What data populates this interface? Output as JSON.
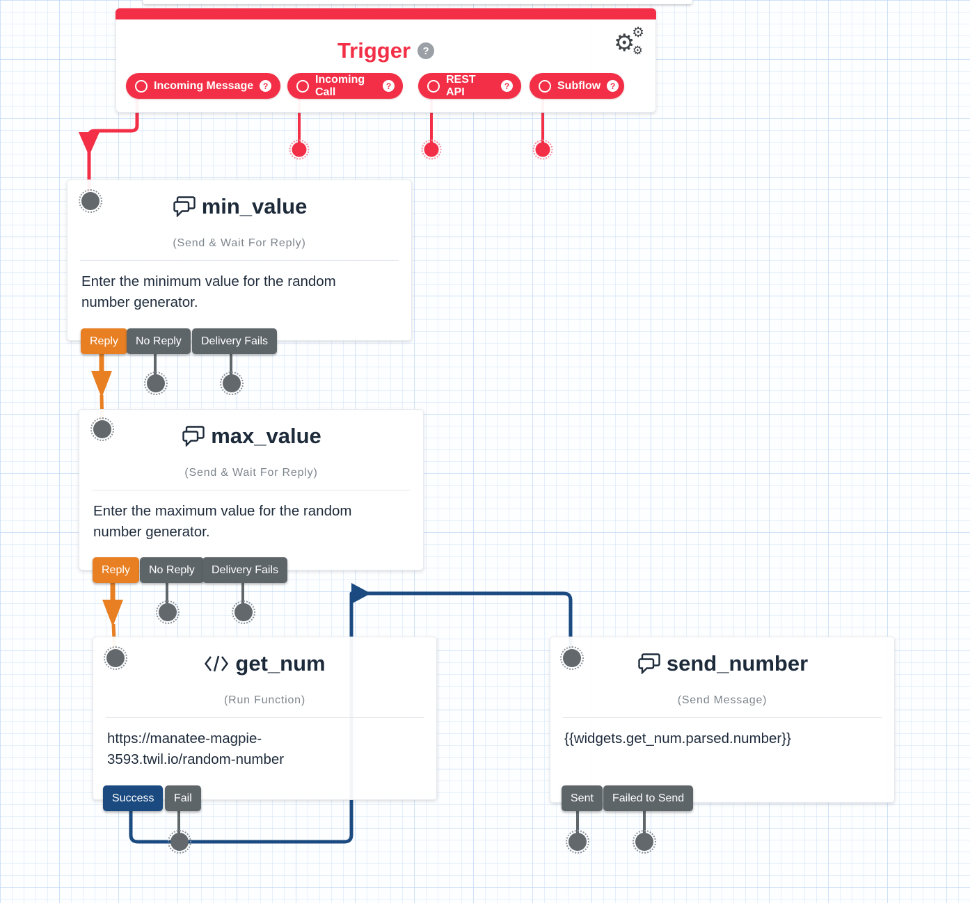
{
  "trigger": {
    "title": "Trigger",
    "help_label": "?",
    "settings_icon": "gears-icon",
    "pills": [
      {
        "label": "Incoming Message",
        "help": "?"
      },
      {
        "label": "Incoming Call",
        "help": "?"
      },
      {
        "label": "REST API",
        "help": "?"
      },
      {
        "label": "Subflow",
        "help": "?"
      }
    ]
  },
  "widgets": {
    "min_value": {
      "name": "min_value",
      "type_label": "(Send & Wait For Reply)",
      "icon": "chat-bubbles-icon",
      "body": "Enter the minimum value for the random\nnumber generator.",
      "transitions": [
        {
          "label": "Reply",
          "state": "connected"
        },
        {
          "label": "No Reply",
          "state": "unconnected"
        },
        {
          "label": "Delivery Fails",
          "state": "unconnected"
        }
      ]
    },
    "max_value": {
      "name": "max_value",
      "type_label": "(Send & Wait For Reply)",
      "icon": "chat-bubbles-icon",
      "body": "Enter the maximum value for the random\nnumber generator.",
      "transitions": [
        {
          "label": "Reply",
          "state": "connected"
        },
        {
          "label": "No Reply",
          "state": "unconnected"
        },
        {
          "label": "Delivery Fails",
          "state": "unconnected"
        }
      ]
    },
    "get_num": {
      "name": "get_num",
      "type_label": "(Run Function)",
      "icon": "code-icon",
      "body": "https://manatee-magpie-\n3593.twil.io/random-number",
      "transitions": [
        {
          "label": "Success",
          "state": "connected"
        },
        {
          "label": "Fail",
          "state": "unconnected"
        }
      ]
    },
    "send_number": {
      "name": "send_number",
      "type_label": "(Send Message)",
      "icon": "chat-bubbles-icon",
      "body": "{{widgets.get_num.parsed.number}}",
      "transitions": [
        {
          "label": "Sent",
          "state": "unconnected"
        },
        {
          "label": "Failed to Send",
          "state": "unconnected"
        }
      ]
    }
  },
  "connections": [
    {
      "from": "Trigger.Incoming Message",
      "to": "min_value",
      "color": "#F22F46"
    },
    {
      "from": "min_value.Reply",
      "to": "max_value",
      "color": "#E87F22"
    },
    {
      "from": "max_value.Reply",
      "to": "get_num",
      "color": "#E87F22"
    },
    {
      "from": "get_num.Success",
      "to": "send_number",
      "color": "#1A4A80"
    }
  ],
  "colors": {
    "red": "#F22F46",
    "orange": "#E87F22",
    "navy": "#1A4A80",
    "gray_button": "#5E6569",
    "dot_gray": "#63686C",
    "title_text": "#1D2A3A",
    "subtitle_text": "#7D858D"
  }
}
